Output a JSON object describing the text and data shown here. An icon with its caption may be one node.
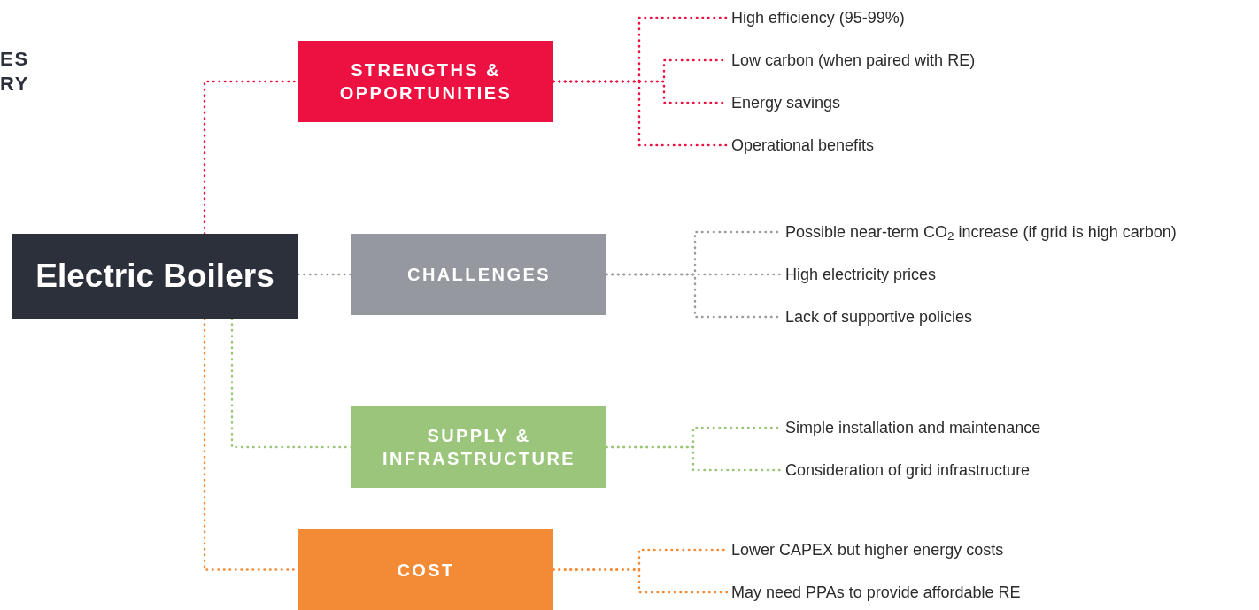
{
  "diagram": {
    "nodes": [
      {
        "text": [
          "Electric Boilers"
        ]
      },
      {
        "text": [
          "STRENGTHS & OPPORTUNITIES"
        ]
      },
      {
        "text": [
          "CHALLENGES"
        ]
      },
      {
        "text": [
          "SUPPLY & INFRASTRUCTURE"
        ]
      },
      {
        "text": [
          "COST"
        ]
      },
      {
        "text": [
          "High efficiency (95-99%)"
        ]
      },
      {
        "text": [
          "Low carbon (when paired with RE)"
        ]
      },
      {
        "text": [
          "Energy savings"
        ]
      },
      {
        "text": [
          "Operational benefits"
        ]
      },
      {
        "text": [
          "Possible near-term CO$_{2}$ increase (if grid is high carbon)"
        ]
      },
      {
        "text": [
          "High electricity prices"
        ]
      },
      {
        "text": [
          "Lack of supportive policies"
        ]
      },
      {
        "text": [
          "Simple installation and maintenance"
        ]
      },
      {
        "text": [
          "Consideration of grid infrastructure"
        ]
      },
      {
        "text": [
          "Lower CAPEX but higher energy costs"
        ]
      },
      {
        "text": [
          "May need PPAs to provide affordable RE"
        ]
      }
    ],
    "edges": [
      {
        "from": 0,
        "to": 1,
        "arrow": "none",
        "style": "dashed",
        "color": "#ec1140"
      },
      {
        "from": 0,
        "to": 2,
        "arrow": "none",
        "style": "dashed",
        "color": "#9a9ca2"
      },
      {
        "from": 0,
        "to": 3,
        "arrow": "none",
        "style": "dashed",
        "color": "#9ac57a"
      },
      {
        "from": 0,
        "to": 4,
        "arrow": "none",
        "style": "dashed",
        "color": "#f28a36"
      },
      {
        "from": 1,
        "to": 5,
        "arrow": "none",
        "style": "dashed",
        "color": "#ec1140"
      },
      {
        "from": 1,
        "to": 6,
        "arrow": "none",
        "style": "dashed",
        "color": "#ec1140"
      },
      {
        "from": 1,
        "to": 7,
        "arrow": "none",
        "style": "dashed",
        "color": "#ec1140"
      },
      {
        "from": 1,
        "to": 8,
        "arrow": "none",
        "style": "dashed",
        "color": "#ec1140"
      },
      {
        "from": 2,
        "to": 9,
        "arrow": "none",
        "style": "dashed",
        "color": "#9a9ca2"
      },
      {
        "from": 2,
        "to": 10,
        "arrow": "none",
        "style": "dashed",
        "color": "#9a9ca2"
      },
      {
        "from": 2,
        "to": 11,
        "arrow": "none",
        "style": "dashed",
        "color": "#9a9ca2"
      },
      {
        "from": 3,
        "to": 12,
        "arrow": "none",
        "style": "dashed",
        "color": "#9ac57a"
      },
      {
        "from": 3,
        "to": 13,
        "arrow": "none",
        "style": "dashed",
        "color": "#9ac57a"
      },
      {
        "from": 4,
        "to": 14,
        "arrow": "none",
        "style": "dashed",
        "color": "#f28a36"
      },
      {
        "from": 4,
        "to": 15,
        "arrow": "none",
        "style": "dashed",
        "color": "#f28a36"
      }
    ],
    "labels": [
      "ES",
      "RY"
    ]
  }
}
